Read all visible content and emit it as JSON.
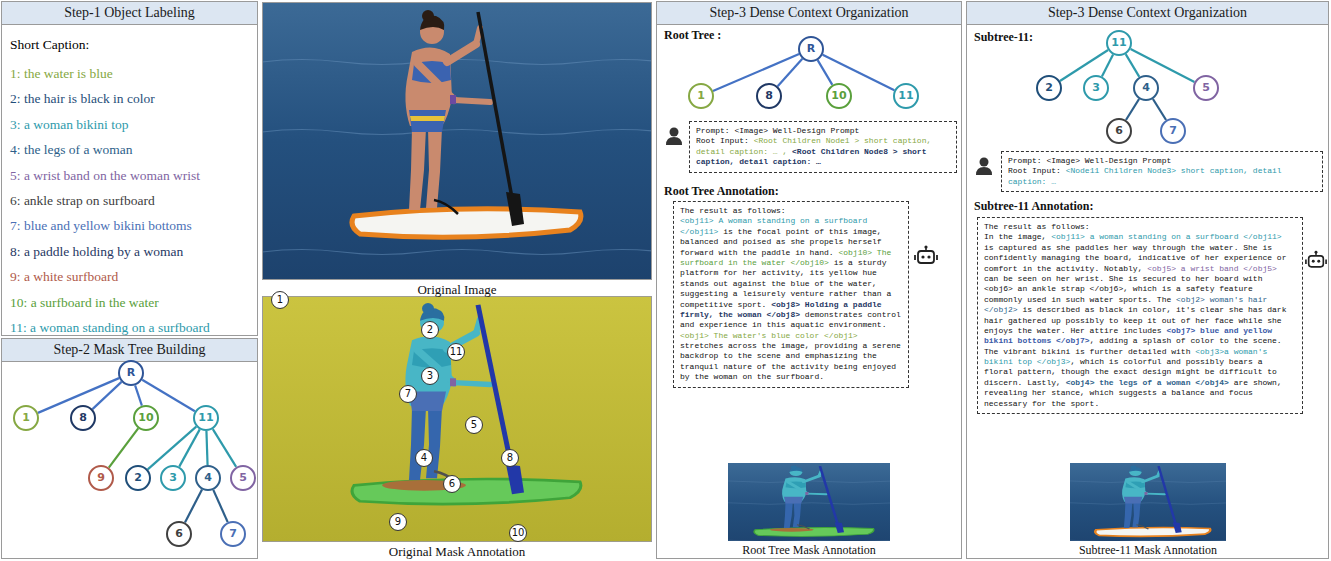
{
  "diagram": {
    "nodes": [
      {
        "text": [
          "Step-1 Object Labeling",
          "Short Caption:",
          "1: the water is blue",
          "2: the hair is black in color",
          "3: a woman bikini top",
          "4: the legs of a woman",
          "5: a wrist band on the woman wrist",
          "6: ankle strap on surfboard",
          "7: blue and yellow bikini bottoms",
          "8: a paddle holding by a woman",
          "9: a white surfboard",
          "10: a surfboard in the water",
          "11: a woman standing on a surfboard"
        ]
      },
      {
        "text": [
          "Step-2 Mask Tree Building"
        ]
      },
      {
        "text": [
          "R"
        ],
        "in": 1
      },
      {
        "text": [
          "1"
        ],
        "in": 1
      },
      {
        "text": [
          "8"
        ],
        "in": 1
      },
      {
        "text": [
          "10"
        ],
        "in": 1
      },
      {
        "text": [
          "11"
        ],
        "in": 1
      },
      {
        "text": [
          "9"
        ],
        "in": 1
      },
      {
        "text": [
          "2"
        ],
        "in": 1
      },
      {
        "text": [
          "3"
        ],
        "in": 1
      },
      {
        "text": [
          "4"
        ],
        "in": 1
      },
      {
        "text": [
          "5"
        ],
        "in": 1
      },
      {
        "text": [
          "6"
        ],
        "in": 1
      },
      {
        "text": [
          "7"
        ],
        "in": 1
      },
      {
        "text": [
          "1"
        ]
      },
      {
        "text": [
          "2"
        ]
      },
      {
        "text": [
          "11"
        ]
      },
      {
        "text": [
          "3"
        ]
      },
      {
        "text": [
          "7"
        ]
      },
      {
        "text": [
          "5"
        ]
      },
      {
        "text": [
          "4"
        ]
      },
      {
        "text": [
          "8"
        ]
      },
      {
        "text": [
          "6"
        ]
      },
      {
        "text": [
          "9"
        ]
      },
      {
        "text": [
          "10"
        ]
      },
      {
        "text": [
          "Step-3 Dense Context Organization"
        ]
      },
      {
        "text": [
          "R"
        ],
        "in": 25
      },
      {
        "text": [
          "1"
        ],
        "in": 25
      },
      {
        "text": [
          "8"
        ],
        "in": 25
      },
      {
        "text": [
          "10"
        ],
        "in": 25
      },
      {
        "text": [
          "11"
        ],
        "in": 25
      },
      {
        "text": [
          "Prompt: <Image> Well-Design Prompt",
          "Root Input:",
          "<Root Children Node1 > short caption, detail caption: … ,",
          "<Root Children Node8 > short caption, detail caption: …"
        ],
        "in": 25
      },
      {
        "text": [
          "The result as follows:",
          "<obj11> A woman standing on a surfboard </obj11>",
          "is the focal point of this image, balanced and poised as she propels herself forward with the paddle in hand.",
          "<obj10> The surfboard in the water </obj10>",
          "is a sturdy platform for her activity, its yellow hue stands out against the blue of the water, suggesting a leisurely venture rather than a competitive sport.",
          "<obj8> Holding a paddle firmly, the woman </obj8>",
          "demonstrates control and experience in this aquatic environment.",
          "<obj1> The water's blue color </obj1>",
          "stretches across the image, providing a serene backdrop to the scene and emphasizing the tranquil nature of the activity being enjoyed by the woman on the surfboard."
        ],
        "in": 25
      },
      {
        "text": [
          "Step-3 Dense Context Organization"
        ]
      },
      {
        "text": [
          "11"
        ],
        "in": 33
      },
      {
        "text": [
          "2"
        ],
        "in": 33
      },
      {
        "text": [
          "3"
        ],
        "in": 33
      },
      {
        "text": [
          "4"
        ],
        "in": 33
      },
      {
        "text": [
          "5"
        ],
        "in": 33
      },
      {
        "text": [
          "6"
        ],
        "in": 33
      },
      {
        "text": [
          "7"
        ],
        "in": 33
      },
      {
        "text": [
          "Prompt: <Image> Well-Design Prompt",
          "Root Input:",
          "<Node11 Children Node3> short caption, detail caption: …"
        ],
        "in": 33
      },
      {
        "text": [
          "The result as follows:",
          "In the image,",
          "<obj11> a woman standing on a surfboard </obj11>",
          "is captured as she paddles her way through the water. She is confidently managing the board, indicative of her experience or comfort in the activity. Notably,",
          "<obj5> a wrist band </obj5>",
          "can be seen on her wrist. She is secured to her board with <obj6> an ankle strap </obj6>, which is a safety feature commonly used in such water sports. The",
          "<obj2> woman's hair </obj2>",
          "is described as black in color, it's clear she has dark hair gathered up possibly to keep it out of her face while she enjoys the water. Her attire includes",
          "<obj7> blue and yellow bikini bottoms </obj7>",
          ", adding a splash of color to the scene. The vibrant bikini is further detailed with",
          "<obj3>a woman's bikini top </obj3>",
          ", which is colorful and possibly bears a floral pattern, though the exact design might be difficult to discern. Lastly,",
          "<obj4> the legs of a woman </obj4>",
          "are shown, revealing her stance, which suggests a balance and focus necessary for the sport."
        ],
        "in": 33
      }
    ],
    "edges": [
      {
        "from": 2,
        "to": 3,
        "arrow": "none"
      },
      {
        "from": 2,
        "to": 4,
        "arrow": "none"
      },
      {
        "from": 2,
        "to": 5,
        "arrow": "none"
      },
      {
        "from": 2,
        "to": 6,
        "arrow": "none"
      },
      {
        "from": 5,
        "to": 7,
        "arrow": "none"
      },
      {
        "from": 6,
        "to": 8,
        "arrow": "none"
      },
      {
        "from": 6,
        "to": 9,
        "arrow": "none"
      },
      {
        "from": 6,
        "to": 10,
        "arrow": "none"
      },
      {
        "from": 6,
        "to": 11,
        "arrow": "none"
      },
      {
        "from": 10,
        "to": 12,
        "arrow": "none"
      },
      {
        "from": 10,
        "to": 13,
        "arrow": "none"
      },
      {
        "from": 26,
        "to": 27,
        "arrow": "none"
      },
      {
        "from": 26,
        "to": 28,
        "arrow": "none"
      },
      {
        "from": 26,
        "to": 29,
        "arrow": "none"
      },
      {
        "from": 26,
        "to": 30,
        "arrow": "none"
      },
      {
        "from": 34,
        "to": 35,
        "arrow": "none"
      },
      {
        "from": 34,
        "to": 36,
        "arrow": "none"
      },
      {
        "from": 34,
        "to": 37,
        "arrow": "none"
      },
      {
        "from": 34,
        "to": 38,
        "arrow": "none"
      },
      {
        "from": 37,
        "to": 39,
        "arrow": "none"
      },
      {
        "from": 37,
        "to": 40,
        "arrow": "none"
      }
    ],
    "labels": [
      "Original Image",
      "Original Mask Annotation",
      "Root Tree :",
      "Root Tree Annotation:",
      "Root Tree Mask Annotation",
      "Subtree-11:",
      "Subtree-11 Annotation:",
      "Subtree-11 Mask Annotation"
    ]
  }
}
